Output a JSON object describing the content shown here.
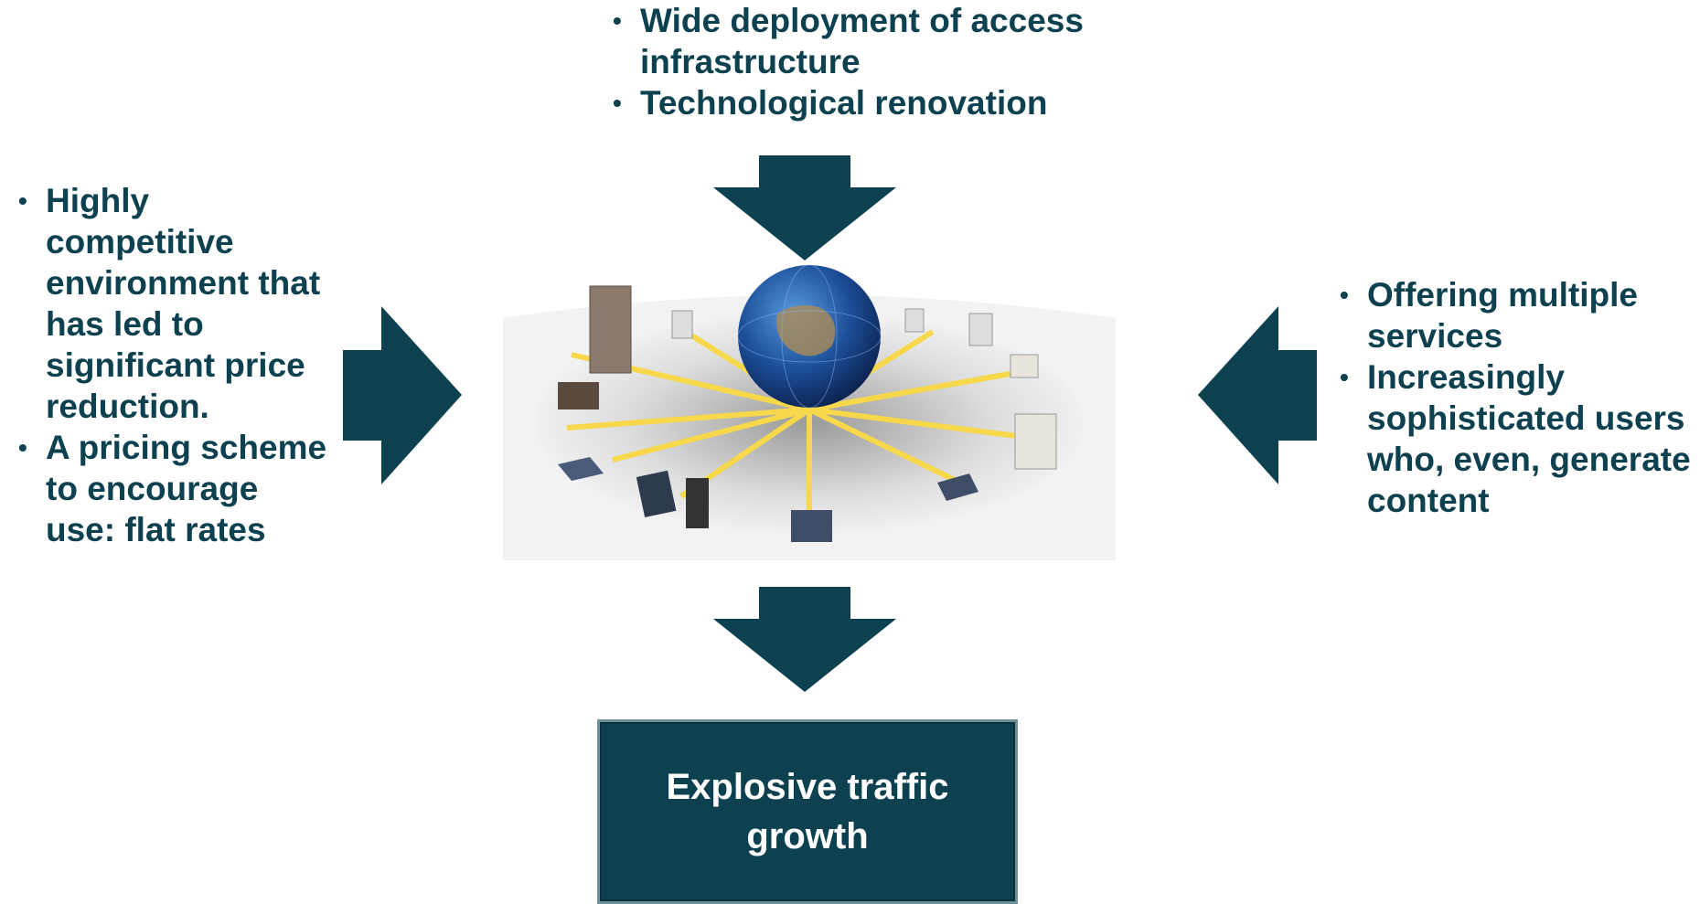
{
  "top_factors": [
    "Wide deployment of access infrastructure",
    "Technological renovation"
  ],
  "left_factors": [
    "Highly competitive environment that has led to significant price reduction.",
    "A pricing scheme to encourage use: flat rates"
  ],
  "right_factors": [
    "Offering multiple services",
    "Increasingly sophisticated users who, even, generate content"
  ],
  "result": "Explosive traffic growth",
  "colors": {
    "primary": "#0d4150",
    "connector": "#f6d84a"
  }
}
